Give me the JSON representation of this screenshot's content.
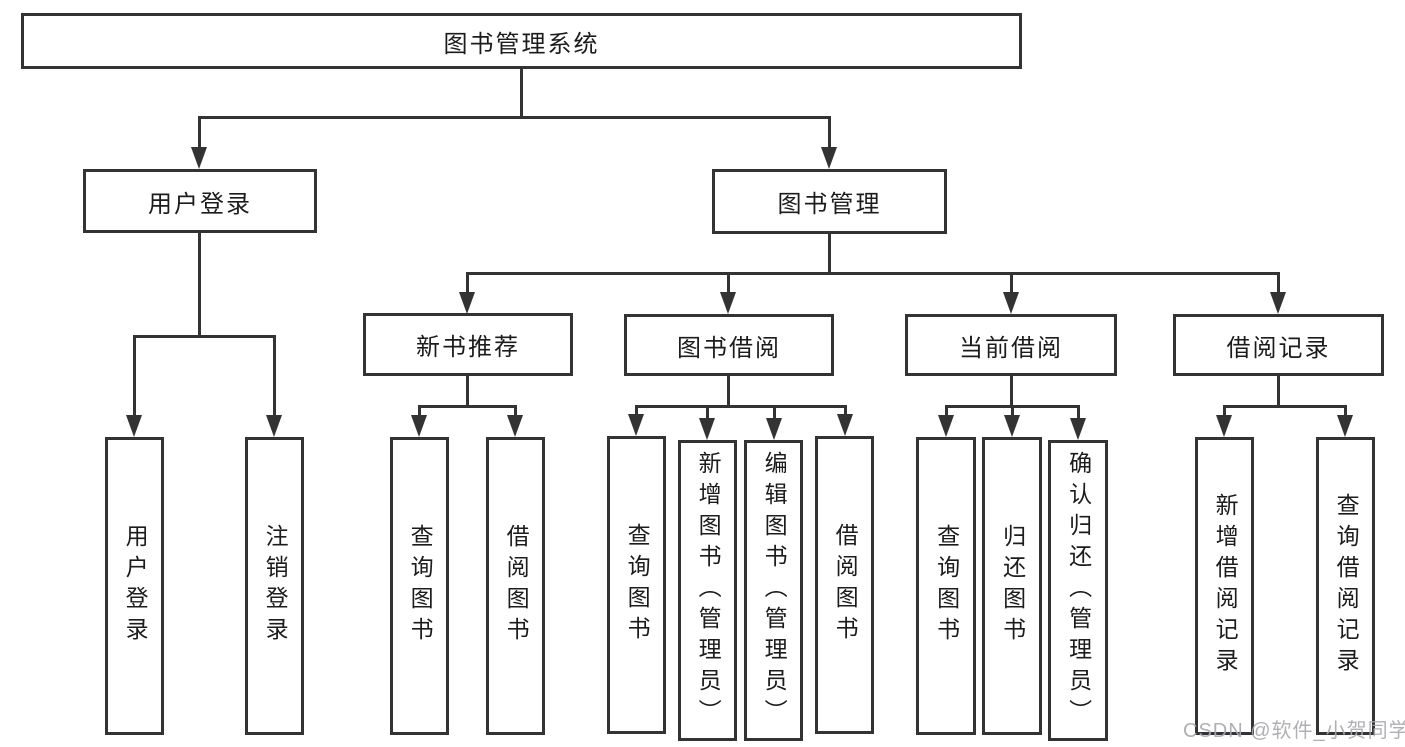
{
  "tree": {
    "root": {
      "label": "图书管理系统"
    },
    "children": [
      {
        "label": "用户登录",
        "children": [
          {
            "label": "用户登录"
          },
          {
            "label": "注销登录"
          }
        ]
      },
      {
        "label": "图书管理",
        "children": [
          {
            "label": "新书推荐",
            "children": [
              {
                "label": "查询图书"
              },
              {
                "label": "借阅图书"
              }
            ]
          },
          {
            "label": "图书借阅",
            "children": [
              {
                "label": "查询图书"
              },
              {
                "label": "新增图书（管理员）"
              },
              {
                "label": "编辑图书（管理员）"
              },
              {
                "label": "借阅图书"
              }
            ]
          },
          {
            "label": "当前借阅",
            "children": [
              {
                "label": "查询图书"
              },
              {
                "label": "归还图书"
              },
              {
                "label": "确认归还（管理员）"
              }
            ]
          },
          {
            "label": "借阅记录",
            "children": [
              {
                "label": "新增借阅记录"
              },
              {
                "label": "查询借阅记录"
              }
            ]
          }
        ]
      }
    ]
  },
  "watermark": {
    "text": "CSDN @软件_小贺同学"
  },
  "colors": {
    "line": "#333333",
    "text": "#1c1c1c",
    "background": "#ffffff",
    "watermark": "#aaaaae"
  }
}
